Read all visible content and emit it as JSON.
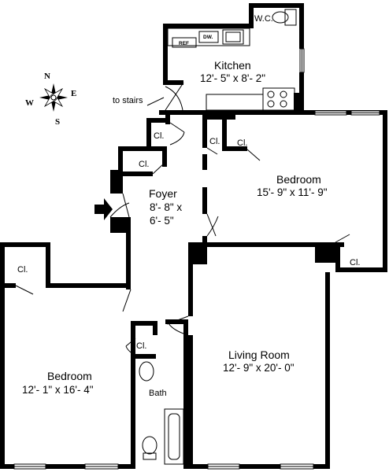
{
  "rooms": {
    "kitchen": {
      "name": "Kitchen",
      "size": "12'- 5\" x 8'- 2\""
    },
    "bedroom_east": {
      "name": "Bedroom",
      "size": "15'- 9\" x 11'- 9\""
    },
    "foyer": {
      "name": "Foyer",
      "size_line1": "8'- 8\" x",
      "size_line2": "6'- 5\""
    },
    "bedroom_west": {
      "name": "Bedroom",
      "size": "12'- 1\" x 16'- 4\""
    },
    "living_room": {
      "name": "Living Room",
      "size": "12'- 9\" x 20'- 0\""
    },
    "bath": {
      "name": "Bath"
    },
    "wc": {
      "name": "W.C."
    }
  },
  "closets": {
    "label": "Cl."
  },
  "appliances": {
    "refrigerator": "REF",
    "dishwasher": "DW."
  },
  "annotations": {
    "to_stairs": "to stairs"
  },
  "compass": {
    "north": "N",
    "south": "S",
    "east": "E",
    "west": "W"
  }
}
